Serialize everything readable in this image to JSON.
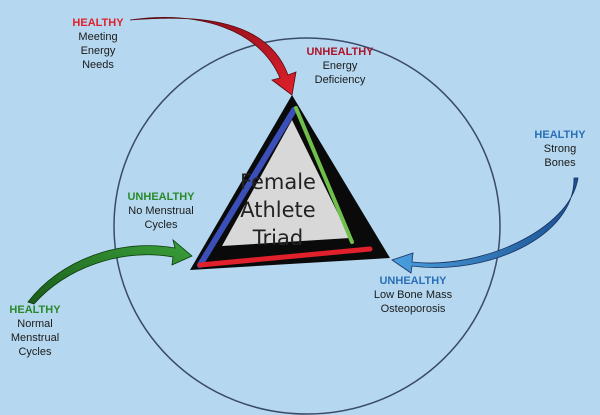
{
  "colors": {
    "background": "#b5d8f0",
    "healthy_red": "#e0202a",
    "energy_dark_red": "#b0102a",
    "green": "#2a8a2a",
    "green_light": "#7ac45a",
    "blue": "#2a6fb8",
    "blue_dark": "#3a4fa8",
    "triangle_fill": "#0a0a0a",
    "circle": "#3a4a6a"
  },
  "center": {
    "title": "Female\nAthlete\nTriad"
  },
  "labels": {
    "energy_healthy": {
      "state": "HEALTHY",
      "desc": "Meeting\nEnergy\nNeeds"
    },
    "energy_unhealthy": {
      "state": "UNHEALTHY",
      "desc": "Energy\nDeficiency"
    },
    "bone_healthy": {
      "state": "HEALTHY",
      "desc": "Strong\nBones"
    },
    "bone_unhealthy": {
      "state": "UNHEALTHY",
      "desc": "Low Bone Mass\nOsteoporosis"
    },
    "menstrual_unhealthy": {
      "state": "UNHEALTHY",
      "desc": "No Menstrual\nCycles"
    },
    "menstrual_healthy": {
      "state": "HEALTHY",
      "desc": "Normal\nMenstrual\nCycles"
    }
  }
}
